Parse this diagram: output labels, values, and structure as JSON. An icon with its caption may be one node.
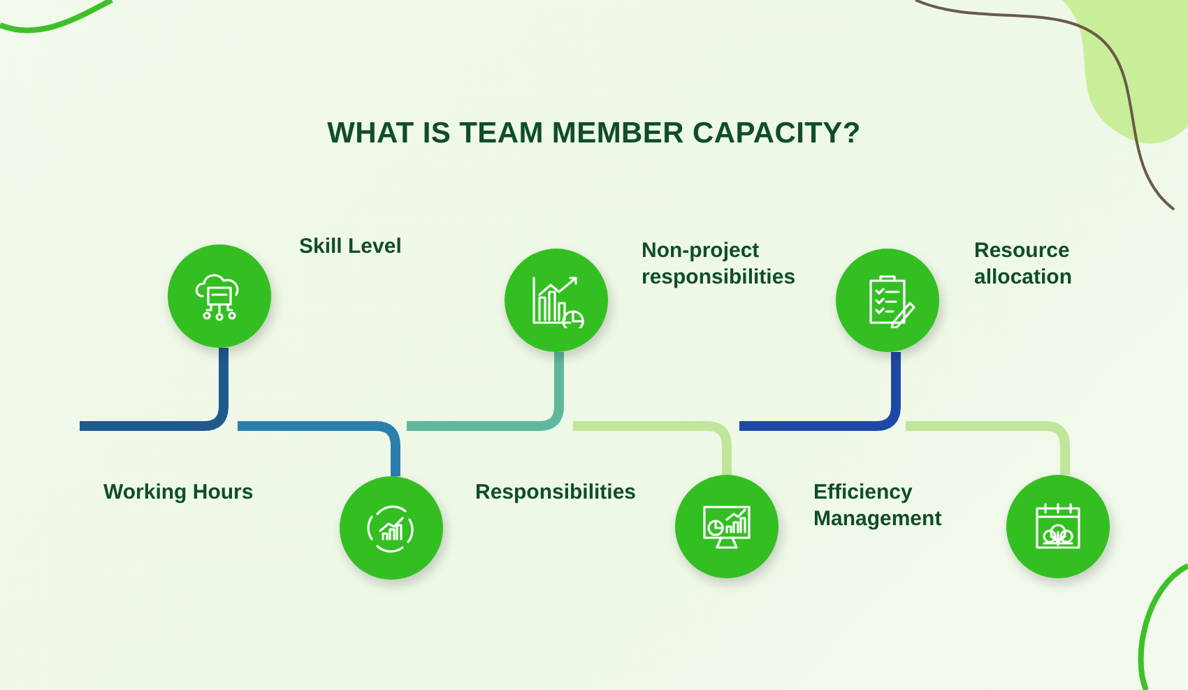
{
  "diagram": {
    "title": "WHAT IS TEAM MEMBER CAPACITY?",
    "nodes": [
      {
        "text": [],
        "shape": "circle",
        "beside": [
          "Skill Level"
        ]
      },
      {
        "text": [],
        "shape": "circle"
      },
      {
        "text": [],
        "shape": "circle",
        "beside": [
          "Non-project responsibilities"
        ]
      },
      {
        "text": [],
        "shape": "circle",
        "beside": [
          "Responsibilities"
        ]
      },
      {
        "text": [],
        "shape": "circle",
        "beside": [
          "Resource allocation"
        ]
      },
      {
        "text": [],
        "shape": "circle"
      }
    ],
    "edges": [
      {
        "from": null,
        "to": 0,
        "arrow": "none",
        "color": "#1f5a8e"
      },
      {
        "from": null,
        "to": 1,
        "arrow": "none",
        "color": "#2a7fae"
      },
      {
        "from": null,
        "to": 2,
        "arrow": "none",
        "color": "#5fb79c"
      },
      {
        "from": null,
        "to": 3,
        "arrow": "none",
        "color": "#bfe69a"
      },
      {
        "from": null,
        "to": 4,
        "arrow": "none",
        "color": "#1f48a6"
      },
      {
        "from": null,
        "to": 5,
        "arrow": "none",
        "color": "#bfe69a"
      }
    ],
    "labels": [
      "Working Hours",
      "Efficiency Management"
    ]
  }
}
